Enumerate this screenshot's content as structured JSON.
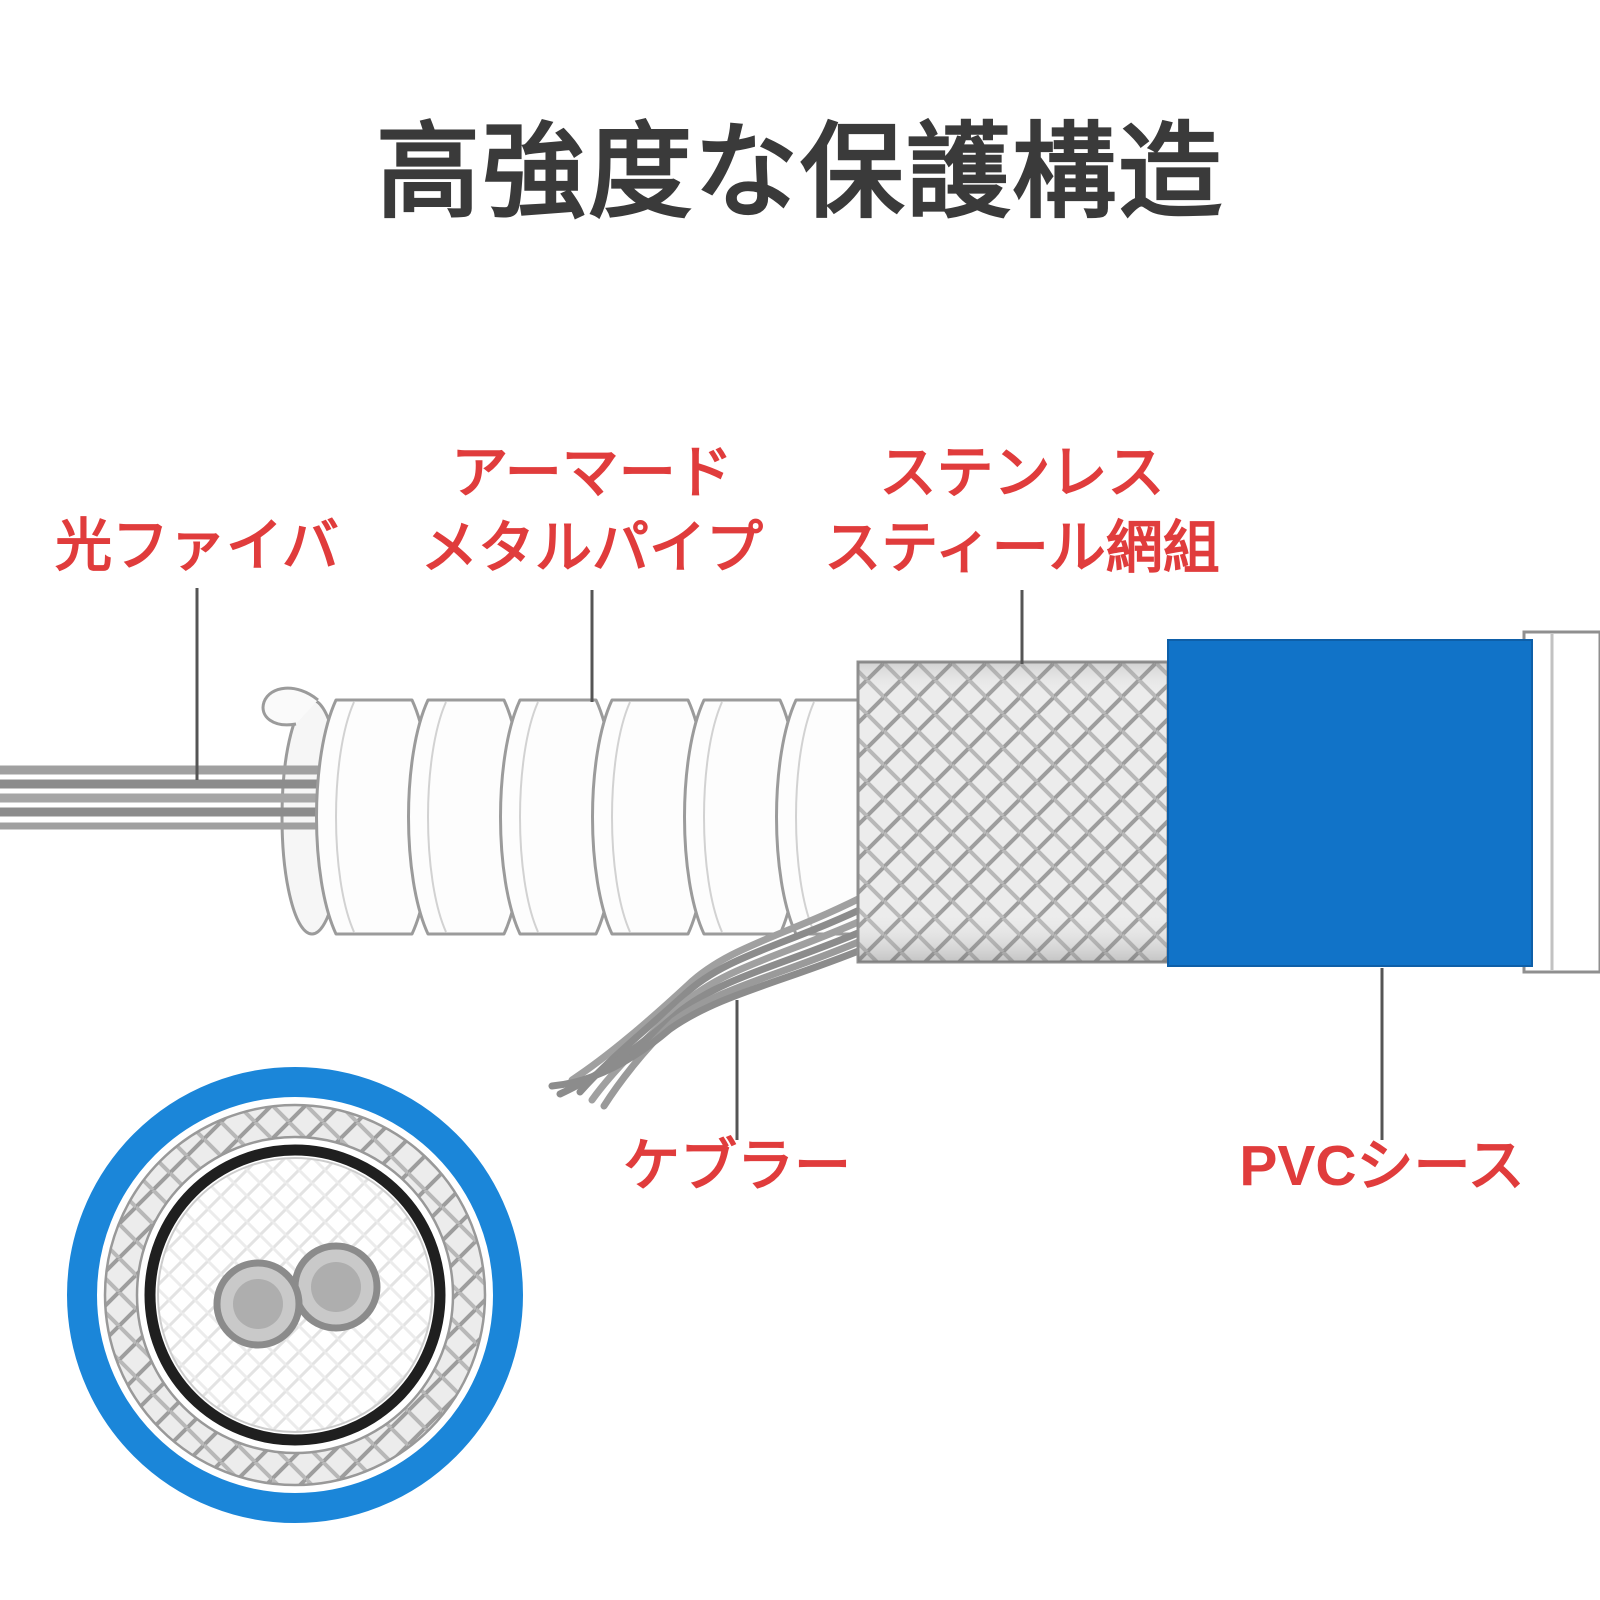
{
  "title": "高強度な保護構造",
  "labels": {
    "fiber": "光ファイバ",
    "armored_line1": "アーマード",
    "armored_line2": "メタルパイプ",
    "stainless_line1": "ステンレス",
    "stainless_line2": "スティール網組",
    "kevlar": "ケブラー",
    "pvc": "PVCシース"
  },
  "colors": {
    "title_gray": "#3a3a3a",
    "label_red": "#e03c3c",
    "pvc_blue": "#1173c8",
    "ring_blue": "#1b86d9"
  }
}
